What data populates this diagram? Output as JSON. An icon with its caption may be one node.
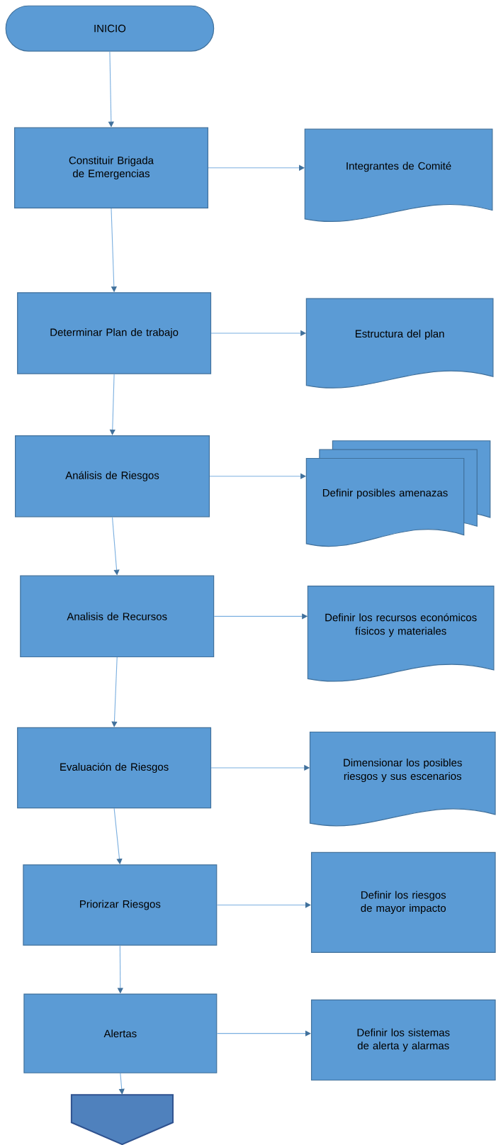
{
  "diagram": {
    "nodes": [
      {
        "text": [
          "INICIO"
        ]
      },
      {
        "text": [
          "Constituir Brigada de Emergencias"
        ]
      },
      {
        "text": [
          "Integrantes de Comité"
        ]
      },
      {
        "text": [
          "Determinar Plan de trabajo"
        ]
      },
      {
        "text": [
          "Estructura del plan"
        ]
      },
      {
        "text": [
          "Análisis de Riesgos"
        ]
      },
      {
        "text": [
          "Definir posibles amenazas"
        ]
      },
      {
        "text": [
          "Analisis de Recursos"
        ]
      },
      {
        "text": [
          "Definir los recursos económicos físicos y materiales"
        ]
      },
      {
        "text": [
          "Evaluación de Riesgos"
        ]
      },
      {
        "text": [
          "Dimensionar los posibles riesgos y sus escenarios"
        ]
      },
      {
        "text": [
          "Priorizar Riesgos"
        ]
      },
      {
        "text": [
          "Definir los riesgos de mayor impacto"
        ]
      },
      {
        "text": [
          "Alertas"
        ]
      },
      {
        "text": [
          "Definir los sistemas de alerta y alarmas"
        ]
      },
      {
        "text": [],
        "shape": "pentagon"
      }
    ],
    "edges": [
      {
        "from": 0,
        "to": 1,
        "arrow": "to"
      },
      {
        "from": 1,
        "to": 2,
        "arrow": "to"
      },
      {
        "from": 1,
        "to": 3,
        "arrow": "to"
      },
      {
        "from": 3,
        "to": 4,
        "arrow": "to"
      },
      {
        "from": 3,
        "to": 5,
        "arrow": "to"
      },
      {
        "from": 5,
        "to": 6,
        "arrow": "to"
      },
      {
        "from": 5,
        "to": 7,
        "arrow": "to"
      },
      {
        "from": 7,
        "to": 8,
        "arrow": "to"
      },
      {
        "from": 7,
        "to": 9,
        "arrow": "to"
      },
      {
        "from": 9,
        "to": 10,
        "arrow": "to"
      },
      {
        "from": 9,
        "to": 11,
        "arrow": "to"
      },
      {
        "from": 11,
        "to": 12,
        "arrow": "to"
      },
      {
        "from": 11,
        "to": 13,
        "arrow": "to"
      },
      {
        "from": 13,
        "to": 14,
        "arrow": "to"
      },
      {
        "from": 13,
        "to": 15,
        "arrow": "to"
      }
    ]
  }
}
